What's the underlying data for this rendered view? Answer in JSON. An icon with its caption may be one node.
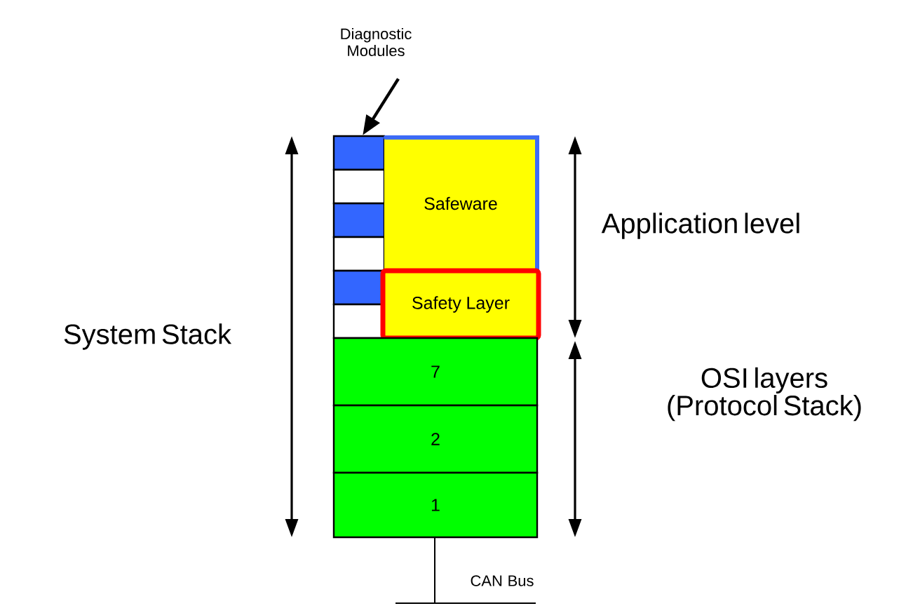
{
  "diagram": {
    "nodes": [
      {
        "text": [
          "Diagnostic Modules"
        ]
      },
      {
        "text": [],
        "shape": "box"
      },
      {
        "text": [],
        "shape": "box"
      },
      {
        "text": [],
        "shape": "box"
      },
      {
        "text": [],
        "shape": "box"
      },
      {
        "text": [],
        "shape": "box"
      },
      {
        "text": [],
        "shape": "box"
      },
      {
        "text": [
          "Safeware"
        ]
      },
      {
        "text": [
          "Safety Layer"
        ]
      },
      {
        "text": [
          "7"
        ]
      },
      {
        "text": [
          "2"
        ]
      },
      {
        "text": [
          "1"
        ]
      }
    ],
    "edges": [
      {
        "from": 0,
        "to": 1,
        "arrow": "to"
      }
    ],
    "labels": [
      "System Stack",
      "Application level",
      "OSI layers (Protocol Stack)",
      "CAN Bus"
    ]
  }
}
